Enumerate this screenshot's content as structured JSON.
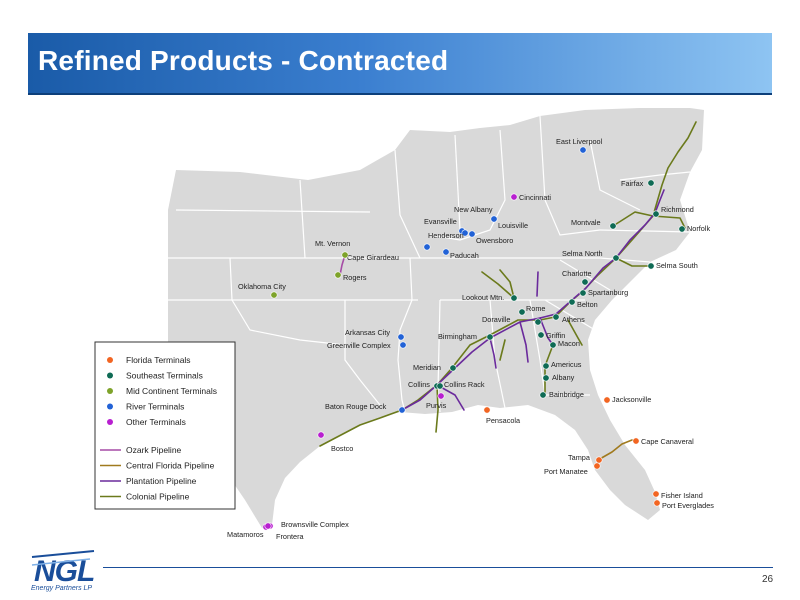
{
  "slide": {
    "title": "Refined Products - Contracted",
    "page_number": "26",
    "logo_text": "NGL",
    "logo_tagline": "Energy Partners LP"
  },
  "colors": {
    "florida": "#f26522",
    "southeast": "#0f6b55",
    "midcontinent": "#7ea32a",
    "river": "#2262d6",
    "other": "#b81fd0",
    "ozark": "#a64ca6",
    "central_florida": "#a07a1e",
    "plantation": "#6a2a9c",
    "colonial": "#6b7a1c",
    "land": "#d9d9d9",
    "border": "#ffffff"
  },
  "legend": {
    "terminals": [
      {
        "key": "florida",
        "label": "Florida Terminals"
      },
      {
        "key": "southeast",
        "label": "Southeast Terminals"
      },
      {
        "key": "midcontinent",
        "label": "Mid Continent Terminals"
      },
      {
        "key": "river",
        "label": "River Terminals"
      },
      {
        "key": "other",
        "label": "Other Terminals"
      }
    ],
    "pipelines": [
      {
        "key": "ozark",
        "label": "Ozark Pipeline"
      },
      {
        "key": "central_florida",
        "label": "Central Florida Pipeline"
      },
      {
        "key": "plantation",
        "label": "Plantation Pipeline"
      },
      {
        "key": "colonial",
        "label": "Colonial Pipeline"
      }
    ]
  },
  "terminals": [
    {
      "name": "East Liverpool",
      "type": "river"
    },
    {
      "name": "Cincinnati",
      "type": "other"
    },
    {
      "name": "New Albany",
      "type": "river"
    },
    {
      "name": "Louisville",
      "type": "river"
    },
    {
      "name": "Evansville",
      "type": "river"
    },
    {
      "name": "Henderson",
      "type": "river"
    },
    {
      "name": "Owensboro",
      "type": "river"
    },
    {
      "name": "Cape Girardeau",
      "type": "river"
    },
    {
      "name": "Paducah",
      "type": "river"
    },
    {
      "name": "Mt. Vernon",
      "type": "midcontinent"
    },
    {
      "name": "Rogers",
      "type": "midcontinent"
    },
    {
      "name": "Oklahoma City",
      "type": "midcontinent"
    },
    {
      "name": "Arkansas City",
      "type": "river"
    },
    {
      "name": "Greenville Complex",
      "type": "river"
    },
    {
      "name": "Baton Rouge Dock",
      "type": "river"
    },
    {
      "name": "Bostco",
      "type": "other"
    },
    {
      "name": "Brownsville Complex",
      "type": "other"
    },
    {
      "name": "Matamoros",
      "type": "other"
    },
    {
      "name": "Frontera",
      "type": "other"
    },
    {
      "name": "Fairfax",
      "type": "southeast"
    },
    {
      "name": "Richmond",
      "type": "southeast"
    },
    {
      "name": "Norfolk",
      "type": "southeast"
    },
    {
      "name": "Montvale",
      "type": "southeast"
    },
    {
      "name": "Selma North",
      "type": "southeast"
    },
    {
      "name": "Selma South",
      "type": "southeast"
    },
    {
      "name": "Charlotte",
      "type": "southeast"
    },
    {
      "name": "Spartanburg",
      "type": "southeast"
    },
    {
      "name": "Belton",
      "type": "southeast"
    },
    {
      "name": "Lookout Mtn.",
      "type": "southeast"
    },
    {
      "name": "Rome",
      "type": "southeast"
    },
    {
      "name": "Athens",
      "type": "southeast"
    },
    {
      "name": "Doraville",
      "type": "southeast"
    },
    {
      "name": "Griffin",
      "type": "southeast"
    },
    {
      "name": "Macon",
      "type": "southeast"
    },
    {
      "name": "Birmingham",
      "type": "southeast"
    },
    {
      "name": "Meridian",
      "type": "southeast"
    },
    {
      "name": "Americus",
      "type": "southeast"
    },
    {
      "name": "Albany",
      "type": "southeast"
    },
    {
      "name": "Bainbridge",
      "type": "southeast"
    },
    {
      "name": "Collins",
      "type": "southeast"
    },
    {
      "name": "Collins Rack",
      "type": "southeast"
    },
    {
      "name": "Purvis",
      "type": "other"
    },
    {
      "name": "Pensacola",
      "type": "florida"
    },
    {
      "name": "Jacksonville",
      "type": "florida"
    },
    {
      "name": "Cape Canaveral",
      "type": "florida"
    },
    {
      "name": "Tampa",
      "type": "florida"
    },
    {
      "name": "Port Manatee",
      "type": "florida"
    },
    {
      "name": "Fisher Island",
      "type": "florida"
    },
    {
      "name": "Port Everglades",
      "type": "florida"
    }
  ]
}
